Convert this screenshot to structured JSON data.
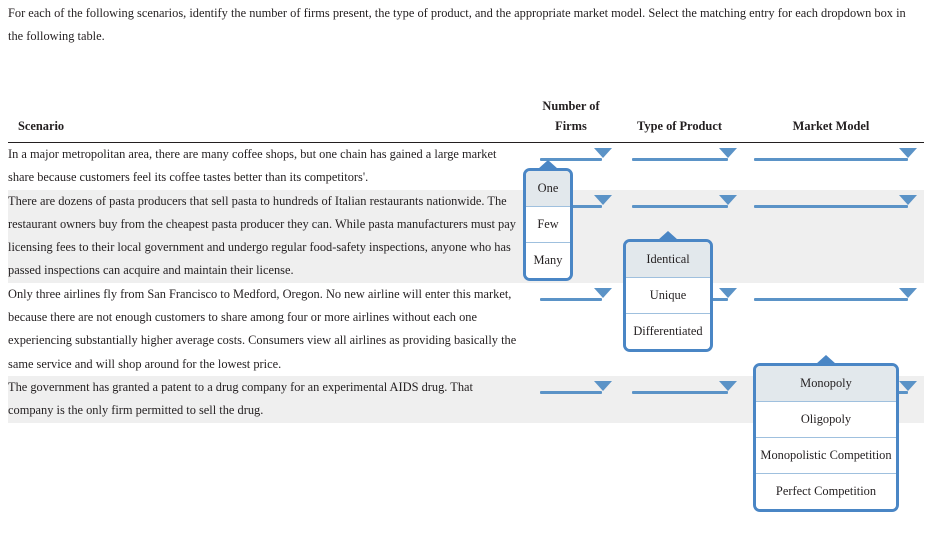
{
  "intro": {
    "text": "For each of the following scenarios, identify the number of firms present, the type of product, and the appropriate market model. Select the matching entry for each dropdown box in the following table."
  },
  "table": {
    "headers": {
      "scenario": "Scenario",
      "firms_line1": "Number of",
      "firms_line2": "Firms",
      "type": "Type of Product",
      "model": "Market Model"
    },
    "rows": [
      {
        "scenario": "In a major metropolitan area, there are many coffee shops, but one chain has gained a large market share because customers feel its coffee tastes better than its competitors'.",
        "firms_value": "",
        "type_value": "",
        "model_value": "",
        "shaded": false
      },
      {
        "scenario": "There are dozens of pasta producers that sell pasta to hundreds of Italian restaurants nationwide. The restaurant owners buy from the cheapest pasta producer they can. While pasta manufacturers must pay licensing fees to their local government and undergo regular food-safety inspections, anyone who has passed inspections can acquire and maintain their license.",
        "firms_value": "",
        "type_value": "",
        "model_value": "",
        "shaded": true
      },
      {
        "scenario": "Only three airlines fly from San Francisco to Medford, Oregon. No new airline will enter this market, because there are not enough customers to share among four or more airlines without each one experiencing substantially higher average costs. Consumers view all airlines as providing basically the same service and will shop around for the lowest price.",
        "firms_value": "",
        "type_value": "",
        "model_value": "",
        "shaded": false
      },
      {
        "scenario": "The government has granted a patent to a drug company for an experimental AIDS drug. That company is the only firm permitted to sell the drug.",
        "firms_value": "",
        "type_value": "",
        "model_value": "",
        "shaded": true
      }
    ]
  },
  "dropdowns": {
    "firms": {
      "open": true,
      "open_in_row": 1,
      "highlighted": "One",
      "options": [
        "One",
        "Few",
        "Many"
      ]
    },
    "type_of_product": {
      "open": true,
      "open_in_row": 2,
      "highlighted": "Identical",
      "options": [
        "Identical",
        "Unique",
        "Differentiated"
      ]
    },
    "market_model": {
      "open": true,
      "open_in_row": 3,
      "highlighted": "Monopoly",
      "options": [
        "Monopoly",
        "Oligopoly",
        "Monopolistic Competition",
        "Perfect Competition"
      ]
    }
  },
  "colors": {
    "accent_blue": "#5b93c7",
    "panel_border": "#4a86c5",
    "highlight": "#e2e8ec",
    "row_shade": "#efefef",
    "text": "#231f20"
  },
  "icons": {
    "caret_down": "chevron-down-icon",
    "caret_up": "caret-up-icon"
  }
}
